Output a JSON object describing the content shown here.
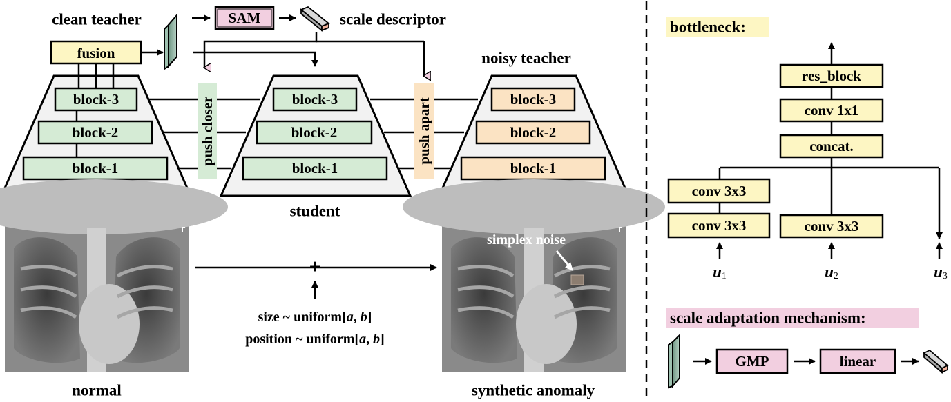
{
  "colors": {
    "yellow": "#fdf6c3",
    "green": "#d5ebd5",
    "orange": "#fbe3c3",
    "pink": "#f2cfe0",
    "trap": "#f2f2f2",
    "volume": "#8fb3a2",
    "descriptor": "#b9b9b9"
  },
  "icons": [
    "feature-volume-icon",
    "scale-descriptor-icon",
    "chest-xray-image"
  ],
  "clean_teacher": {
    "title": "clean teacher",
    "fusion": "fusion",
    "blocks": [
      "block-3",
      "block-2",
      "block-1"
    ]
  },
  "student": {
    "title": "student",
    "blocks": [
      "block-3",
      "block-2",
      "block-1"
    ]
  },
  "noisy_teacher": {
    "title": "noisy teacher",
    "blocks": [
      "block-3",
      "block-2",
      "block-1"
    ]
  },
  "top": {
    "sam": "SAM",
    "scale_descriptor": "scale descriptor"
  },
  "losses": {
    "push_closer": "push closer",
    "push_apart": "push apart"
  },
  "images": {
    "normal": "normal",
    "synthetic": "synthetic anomaly",
    "noise_label": "simplex noise"
  },
  "sampling": {
    "plus": "+",
    "size_prefix": "size ~ uniform[",
    "position_prefix": "position ~ uniform[",
    "a": "a",
    "sep": ", ",
    "b": "b",
    "close": "]"
  },
  "bottleneck": {
    "title": "bottleneck:",
    "res_block": "res_block",
    "conv1x1": "conv 1x1",
    "concat": "concat.",
    "conv3x3": "conv 3x3",
    "inputs": [
      {
        "var": "u",
        "sub": "1"
      },
      {
        "var": "u",
        "sub": "2"
      },
      {
        "var": "u",
        "sub": "3"
      }
    ]
  },
  "scale_adapt": {
    "title": "scale adaptation mechanism:",
    "gmp": "GMP",
    "linear": "linear"
  }
}
